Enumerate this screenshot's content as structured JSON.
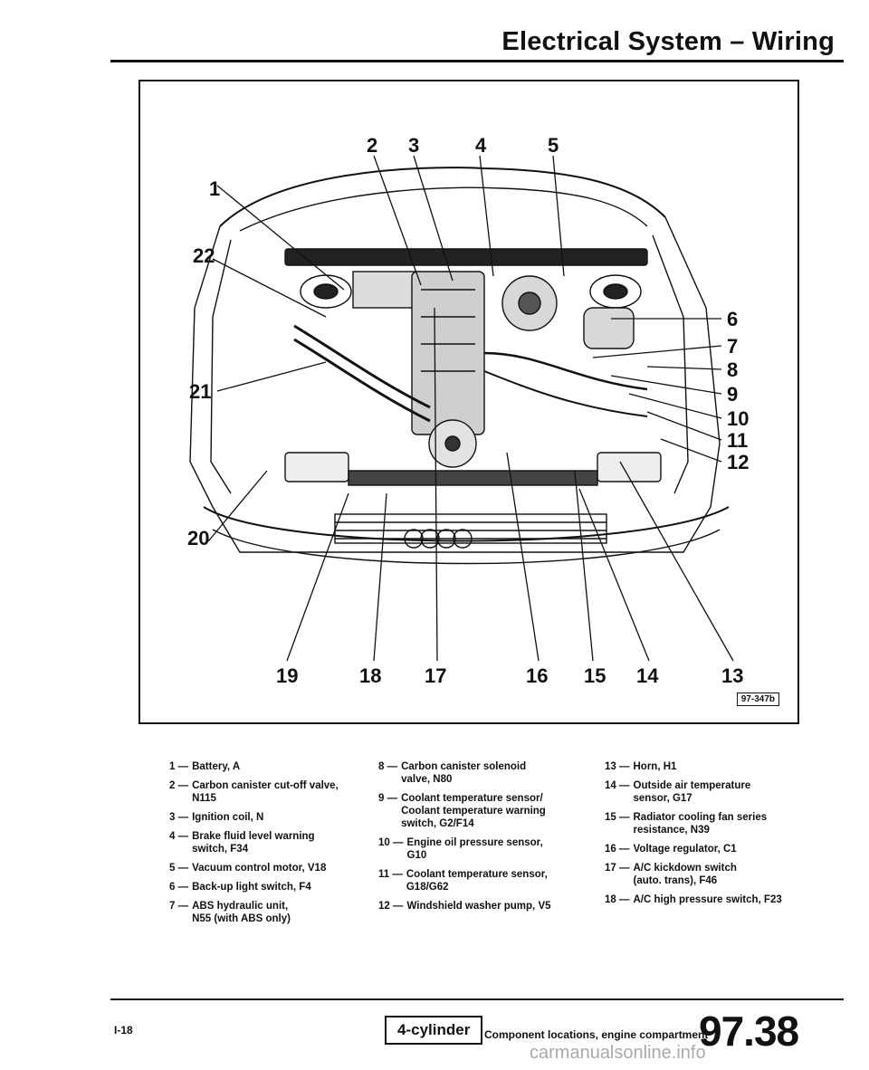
{
  "header": {
    "title": "Electrical System – Wiring"
  },
  "figure": {
    "id": "97-347b",
    "callouts": [
      "1",
      "2",
      "3",
      "4",
      "5",
      "6",
      "7",
      "8",
      "9",
      "10",
      "11",
      "12",
      "13",
      "14",
      "15",
      "16",
      "17",
      "18",
      "19",
      "20",
      "21",
      "22"
    ]
  },
  "legend": {
    "columns": [
      [
        {
          "num": "1 —",
          "text": "Battery, A"
        },
        {
          "num": "2 —",
          "text": "Carbon canister cut-off valve,\nN115"
        },
        {
          "num": "3 —",
          "text": "Ignition coil, N"
        },
        {
          "num": "4 —",
          "text": "Brake fluid level warning\nswitch, F34"
        },
        {
          "num": "5 —",
          "text": "Vacuum control motor, V18"
        },
        {
          "num": "6 —",
          "text": "Back-up light switch, F4"
        },
        {
          "num": "7 —",
          "text": "ABS hydraulic unit,\nN55 (with ABS only)"
        }
      ],
      [
        {
          "num": "8 —",
          "text": "Carbon canister solenoid\nvalve, N80"
        },
        {
          "num": "9 —",
          "text": "Coolant temperature sensor/\nCoolant temperature warning\nswitch, G2/F14"
        },
        {
          "num": "10 —",
          "text": "Engine oil pressure sensor,\nG10"
        },
        {
          "num": "11 —",
          "text": "Coolant temperature sensor,\nG18/G62"
        },
        {
          "num": "12 —",
          "text": "Windshield washer pump, V5"
        }
      ],
      [
        {
          "num": "13 —",
          "text": "Horn, H1"
        },
        {
          "num": "14 —",
          "text": "Outside air temperature\nsensor, G17"
        },
        {
          "num": "15 —",
          "text": "Radiator cooling fan series\nresistance, N39"
        },
        {
          "num": "16 —",
          "text": "Voltage regulator, C1"
        },
        {
          "num": "17 —",
          "text": "A/C kickdown switch\n(auto. trans), F46"
        },
        {
          "num": "18 —",
          "text": "A/C high pressure switch, F23"
        }
      ]
    ]
  },
  "footer": {
    "page_num": "I-18",
    "engine_tag": "4-cylinder",
    "caption": "Component locations, engine compartment",
    "section": "97.38",
    "watermark": "carmanualsonline.info"
  }
}
